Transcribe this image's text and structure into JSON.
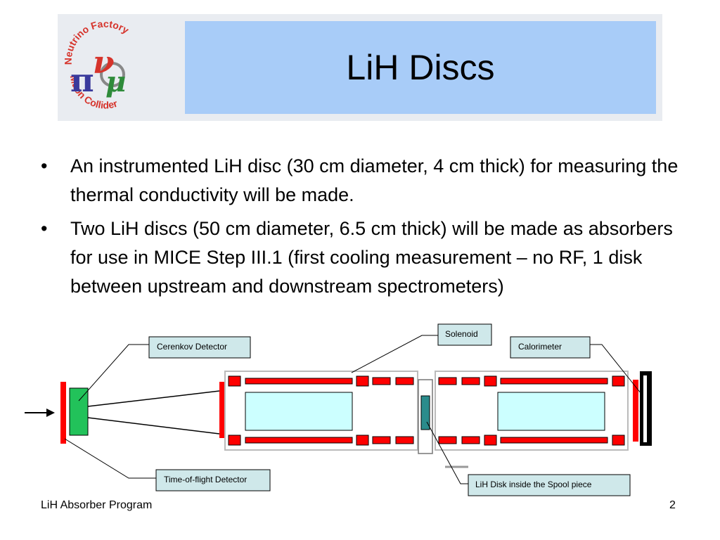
{
  "slide": {
    "title": "LiH Discs",
    "bullets": [
      "An instrumented LiH disc (30 cm diameter, 4 cm thick) for measuring the thermal conductivity will be made.",
      "Two LiH discs (50 cm diameter, 6.5 cm thick) will be made as absorbers for use in MICE Step III.1 (first cooling measurement – no RF, 1 disk between upstream and downstream spectrometers)"
    ],
    "bullet_symbol": "•",
    "footer_left": "LiH Absorber Program",
    "page_number": "2"
  },
  "logo": {
    "top_text": "Neutrino Factory",
    "bottom_text": "Muon Collider",
    "symbols": [
      "π",
      "ν",
      "μ"
    ]
  },
  "diagram_labels": {
    "cerenkov": "Cerenkov Detector",
    "solenoid": "Solenoid",
    "calorimeter": "Calorimeter",
    "tof": "Time-of-flight Detector",
    "lih_disk": "LiH Disk inside the Spool piece"
  },
  "colors": {
    "title_box": "#a8ccf8",
    "header_band": "#e9ecf1",
    "coil_red": "#ff0000",
    "cerenkov_green": "#22c25a",
    "bore_cyan": "#ccffff",
    "disk_teal": "#2a8c8c",
    "label_box": "#cfe8ea"
  }
}
